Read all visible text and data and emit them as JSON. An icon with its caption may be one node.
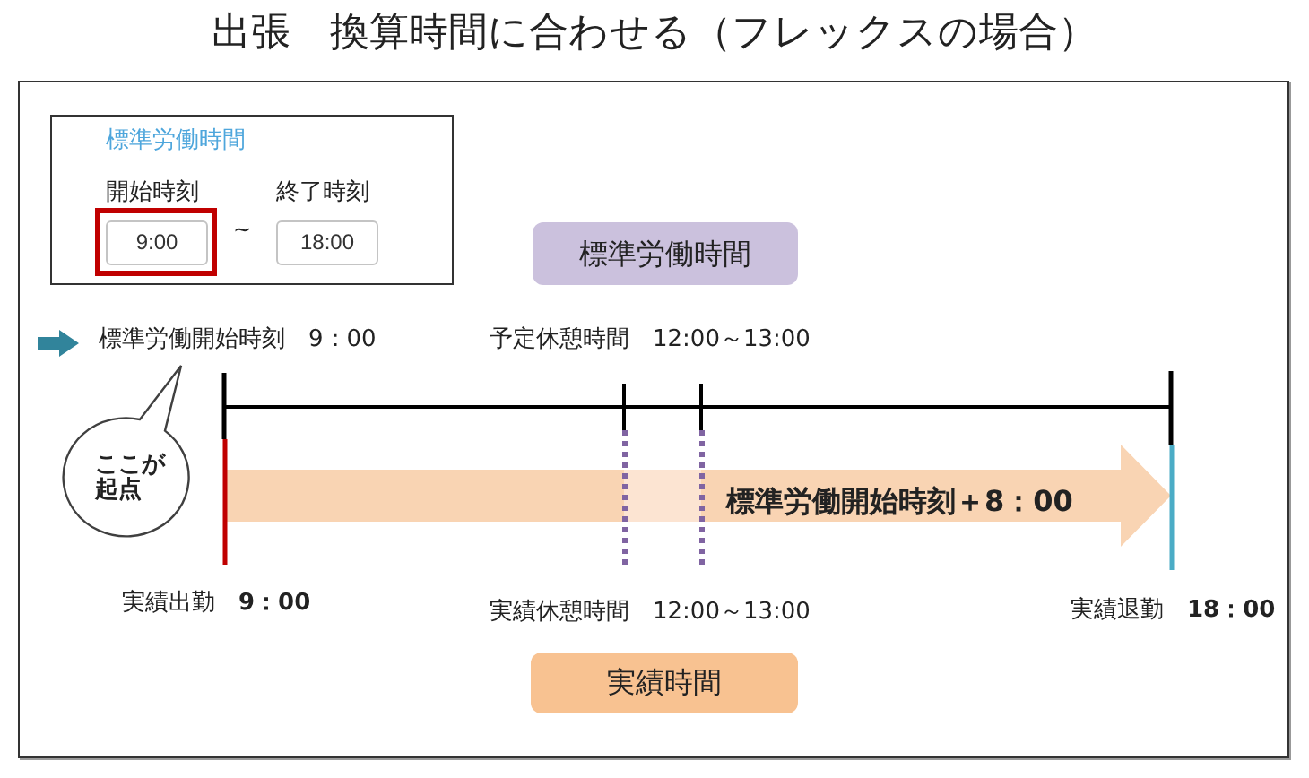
{
  "diagram": {
    "title": "出張　換算時間に合わせる（フレックスの場合）",
    "nodes": [
      {
        "text": [
          "標準労働時間"
        ]
      },
      {
        "text": [
          "9:00"
        ],
        "beside": [
          "開始時刻"
        ],
        "in": 0
      },
      {
        "text": [
          "18:00"
        ],
        "beside": [
          "終了時刻"
        ],
        "in": 0
      },
      {
        "text": [
          "標準労働時間"
        ]
      },
      {
        "text": [
          "ここが起点"
        ]
      },
      {
        "text": [
          "標準労働開始時刻＋8：00"
        ]
      },
      {
        "text": [
          "実績時間"
        ]
      }
    ],
    "labels": [
      "~",
      "標準労働開始時刻　9：00",
      "予定休憩時間　12:00～13:00",
      "実績出勤　**9：00**",
      "実績休憩時間　12:00～13:00",
      "実績退勤　**18：00**"
    ]
  }
}
